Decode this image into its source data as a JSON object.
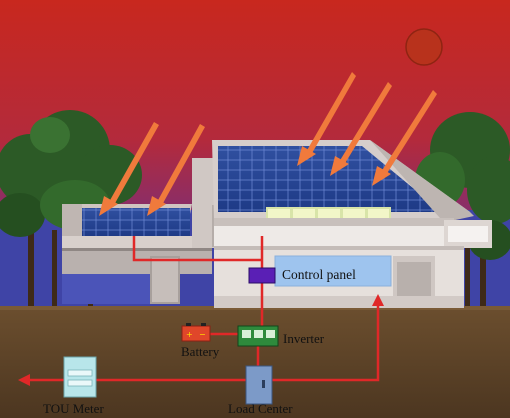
{
  "labels": {
    "control_panel": "Control panel",
    "inverter": "Inverter",
    "battery": "Battery",
    "tou_meter": "TOU Meter",
    "load_center": "Load Center"
  },
  "colors": {
    "sky_top": "#c8281e",
    "sky_bottom": "#5a2d8c",
    "ground": "#5a4228",
    "sun": "#b8321c",
    "wire": "#e02828",
    "ray": "#f07a3c",
    "panel": "#2c4c9c",
    "control_box": "#5a1fb5",
    "inverter_box": "#2e8a3c",
    "meter_box": "#b8e6ea",
    "load_box": "#7c9ac8"
  },
  "icons": [
    "sun-icon",
    "battery-icon",
    "inverter-icon",
    "control-panel-icon",
    "tou-meter-icon",
    "load-center-icon"
  ]
}
